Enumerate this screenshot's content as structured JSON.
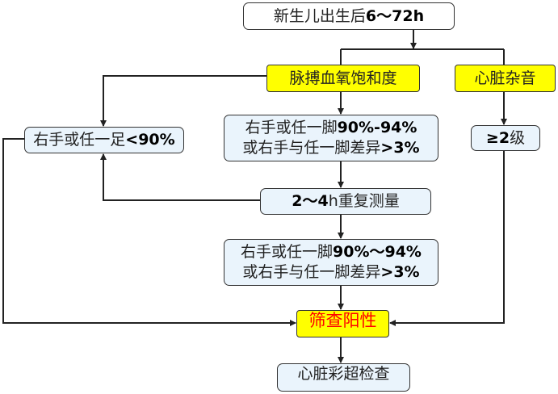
{
  "nodes": {
    "start": {
      "text": "新生儿出生后",
      "bold": "6～72h"
    },
    "spo2": {
      "text": "脉搏血氧饱和度"
    },
    "murmur": {
      "text": "心脏杂音"
    },
    "left_result": {
      "text": "右手或任一足",
      "bold": "<90%"
    },
    "range1": {
      "line1_text": "右手或任一脚",
      "line1_bold": "90%-94%",
      "line2_text": "或右手与任一脚差异",
      "line2_bold": ">3%"
    },
    "grade": {
      "bold": "≥2",
      "text": "级"
    },
    "repeat": {
      "bold": "2～4",
      "text": "h重复测量"
    },
    "range2": {
      "line1_text": "右手或任一脚",
      "line1_bold": "90%～94%",
      "line2_text": "或右手与任一脚差异",
      "line2_bold": ">3%"
    },
    "positive": {
      "text": "筛查阳性"
    },
    "echo": {
      "text": "心脏彩超检查"
    }
  },
  "colors": {
    "highlight": "#ffff00",
    "box_fill": "#eaf4fc",
    "positive_text": "#ff0000"
  }
}
